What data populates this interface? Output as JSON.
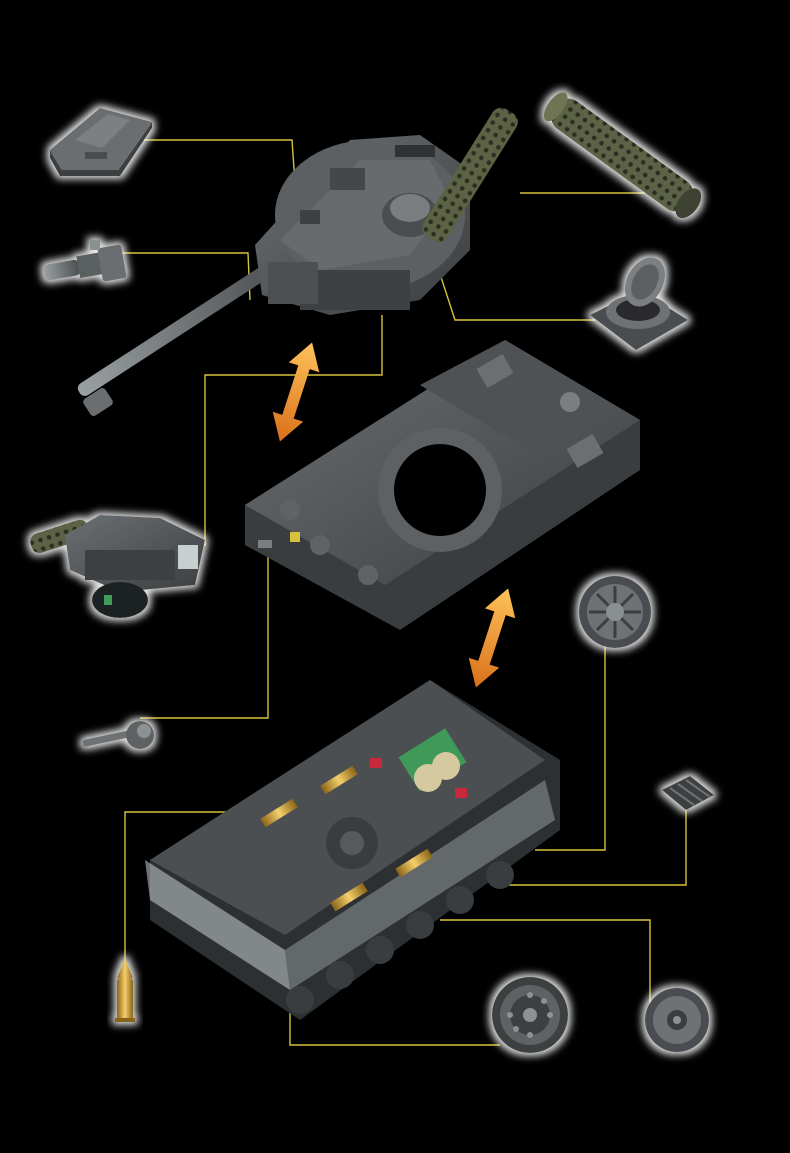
{
  "colors": {
    "background": "#000000",
    "leader_line": "#d8c23a",
    "armor": "#55585a",
    "armor_dark": "#3a3d3f",
    "armor_light": "#7a7e80",
    "olive": "#5c6244",
    "brass": "#d4a640",
    "arrow_orange": "#f29a2e",
    "clear_part": "#c9d0d4",
    "red_part": "#c8283a",
    "green_part": "#3f9a5a"
  },
  "parts": [
    {
      "id": "hatch-plate",
      "icon": "hatch-plate-icon"
    },
    {
      "id": "spare-track-roll",
      "icon": "track-roll-icon"
    },
    {
      "id": "periscope",
      "icon": "periscope-icon"
    },
    {
      "id": "cupola-hatch",
      "icon": "cupola-icon"
    },
    {
      "id": "turret-sub-assembly",
      "icon": "turret-icon"
    },
    {
      "id": "machine-gun",
      "icon": "machine-gun-icon"
    },
    {
      "id": "drive-sprocket",
      "icon": "sprocket-icon"
    },
    {
      "id": "track-link",
      "icon": "track-link-icon"
    },
    {
      "id": "shell",
      "icon": "shell-icon"
    },
    {
      "id": "road-wheel",
      "icon": "road-wheel-icon"
    },
    {
      "id": "idler-wheel",
      "icon": "idler-wheel-icon"
    }
  ],
  "assembly_arrows": [
    {
      "id": "turret-to-deck",
      "direction": "bidirectional"
    },
    {
      "id": "deck-to-hull",
      "direction": "bidirectional"
    }
  ]
}
